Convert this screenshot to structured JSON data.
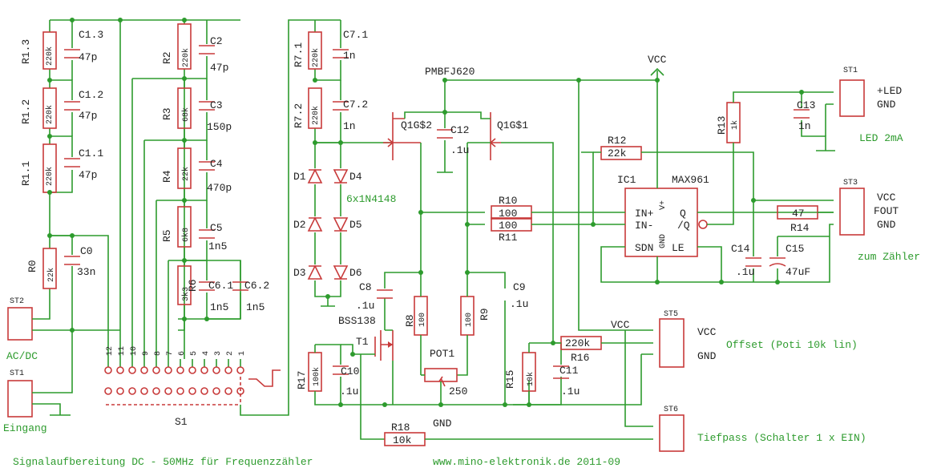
{
  "labels": {
    "r1_3": "R1.3",
    "c1_3": "C1.3",
    "r1_2": "R1.2",
    "c1_2": "C1.2",
    "r1_1": "R1.1",
    "c1_1": "C1.1",
    "r0": "R0",
    "c0": "C0",
    "r2": "R2",
    "c2": "C2",
    "r3": "R3",
    "c3": "C3",
    "r4": "R4",
    "c4": "C4",
    "r5": "R5",
    "c5": "C5",
    "r6": "R6",
    "c6_1": "C6.1",
    "c6_2": "C6.2",
    "r7_1": "R7.1",
    "c7_1": "C7.1",
    "r7_2": "R7.2",
    "c7_2": "C7.2",
    "d1": "D1",
    "d2": "D2",
    "d3": "D3",
    "d4": "D4",
    "d5": "D5",
    "d6": "D6",
    "diodes_note": "6x1N4148",
    "pmbfj620": "PMBFJ620",
    "q1g2": "Q1G$2",
    "q1g1": "Q1G$1",
    "c12": "C12",
    "r10": "R10",
    "r11": "R11",
    "r12": "R12",
    "ic1": "IC1",
    "max961": "MAX961",
    "vcc_top": "VCC",
    "r13": "R13",
    "c13": "C13",
    "st1_right": "ST1",
    "led_plus": "+LED",
    "led_gnd": "GND",
    "led_2ma": "LED 2mA",
    "st3": "ST3",
    "st3_vcc": "VCC",
    "st3_fout": "FOUT",
    "st3_gnd": "GND",
    "zum_zaehler": "zum Zähler",
    "r14": "R14",
    "c14": "C14",
    "c15": "C15",
    "c8": "C8",
    "bss138": "BSS138",
    "t1": "T1",
    "r8": "R8",
    "r9": "R9",
    "c9": "C9",
    "pot1": "POT1",
    "gnd_bottom": "GND",
    "r17": "R17",
    "c10": "C10",
    "r18": "R18",
    "r15": "R15",
    "c11": "C11",
    "r16": "R16",
    "vcc_st5": "VCC",
    "st5": "ST5",
    "st5_vcc": "VCC",
    "st5_gnd": "GND",
    "offset": "Offset (Poti 10k lin)",
    "st6": "ST6",
    "tiefpass": "Tiefpass (Schalter 1 x EIN)",
    "st2": "ST2",
    "acdc": "AC/DC",
    "st1_left": "ST1",
    "eingang": "Eingang",
    "s1": "S1"
  },
  "values": {
    "r1_3": "220k",
    "c1_3": "47p",
    "r1_2": "220k",
    "c1_2": "47p",
    "r1_1": "220k",
    "c1_1": "47p",
    "r0": "22k",
    "c0": "33n",
    "r2": "220k",
    "c2": "47p",
    "r3": "68k",
    "c3": "150p",
    "r4": "22k",
    "c4": "470p",
    "r5": "6k8",
    "c5": "1n5",
    "r6": "3k3",
    "c6_1": "1n5",
    "c6_2": "1n5",
    "r7_1": "220k",
    "c7_1": "1n",
    "r7_2": "220k",
    "c7_2": "1n",
    "c12": ".1u",
    "r10": "100",
    "r11": "100",
    "r12": "22k",
    "r13": "1k",
    "c13": "1n",
    "r14": "47",
    "c14": ".1u",
    "c15": "47uF",
    "c8": ".1u",
    "r8": "100",
    "r9": "100",
    "c9": ".1u",
    "pot1": "250",
    "r17": "100k",
    "c10": ".1u",
    "r18": "10k",
    "r15": "10k",
    "c11": ".1u",
    "r16": "220k"
  },
  "pins": {
    "in_plus": "IN+",
    "in_minus": "IN-",
    "q": "Q",
    "qbar": "/Q",
    "sdn": "SDN",
    "le": "LE",
    "vplus": "V+",
    "gnd": "GND"
  },
  "s1": {
    "top": [
      "12",
      "11",
      "10",
      "9",
      "8",
      "7",
      "6",
      "5",
      "4",
      "3",
      "2",
      "1"
    ]
  },
  "footer": {
    "title": "Signalaufbereitung DC - 50MHz für Frequenzzähler",
    "credit": "www.mino-elektronik.de 2011-09"
  },
  "colors": {
    "wire": "#2d9b2d",
    "part": "#c83a3a",
    "text": "#222222",
    "note": "#2d9b2d"
  }
}
